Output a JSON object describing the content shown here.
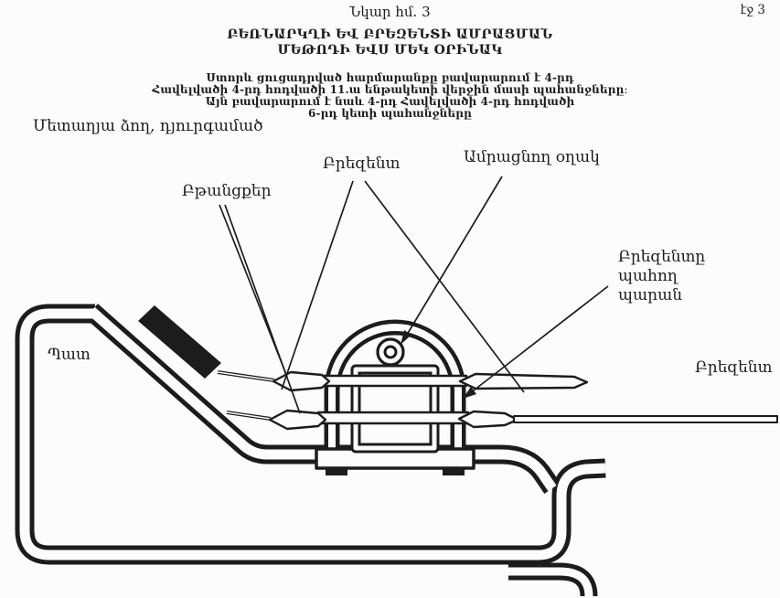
{
  "colors": {
    "paper": "#fcfcfc",
    "ink": "#1c1c1c"
  },
  "page": {
    "figure_caption": "Նկար հմ. 3",
    "page_number": "էջ 3",
    "title": {
      "line1": "ԲԵՌՆԱՐԿՂԻ ԵՎ ԲՐԵԶԵՆՏԻ ԱՄՐԱՑՄԱՆ",
      "line2": "ՄԵԹՈԴԻ ԵՎՍ ՄԵԿ ՕՐԻՆԱԿ"
    },
    "paragraph": {
      "line1": "Ստորև ցուցադրված հարմարանքը բավարարում է 4-րդ",
      "line2": "Հավելվածի 4-րդ հոդվածի 11.ա ենթակետի վերջին մասի պահանջները։",
      "line3": "Այն բավարարում է նաև 4-րդ Հավելվածի 4-րդ հոդվածի",
      "line4": "6-րդ կետի պահանջները"
    }
  },
  "labels": {
    "metal_rod": "Մետաղյա ձող, դյուրգամած",
    "tarpaulin_top": "Բրեզենտ",
    "fastening_ring": "Ամրացնող օղակ",
    "eyelets": "Բթանցքեր",
    "rope": {
      "line1": "Բրեզենտը",
      "line2": "պահող",
      "line3": "պարան"
    },
    "wall": "Պատ",
    "tarpaulin_right": "Բրեզենտ"
  }
}
